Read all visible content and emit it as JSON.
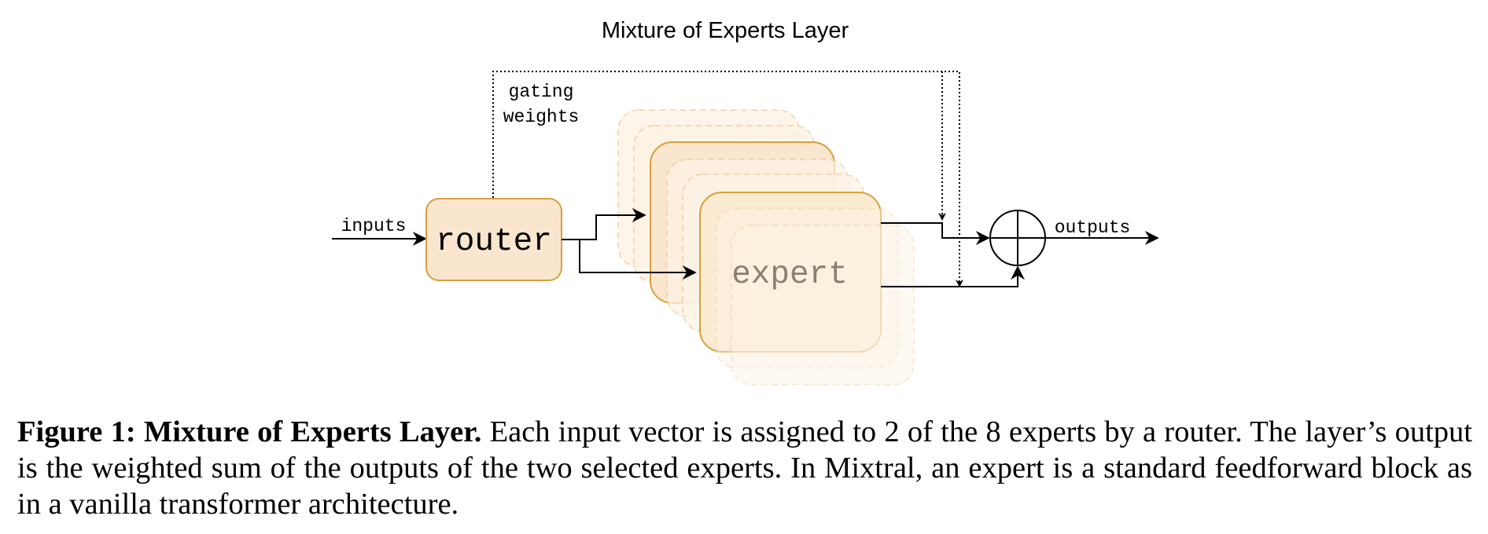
{
  "diagram": {
    "title": "Mixture of Experts Layer",
    "labels": {
      "inputs": "inputs",
      "router": "router",
      "gating_line1": "gating",
      "gating_line2": "weights",
      "expert": "expert",
      "outputs": "outputs"
    },
    "colors": {
      "box_fill": "#fae5cf",
      "box_stroke": "#d6a03c",
      "expert_fill": "#fcebd3",
      "ghost_fill": "#fdf3e5",
      "ghost_stroke": "#ecc898",
      "expert_text": "#8a7f73",
      "line": "#000000"
    }
  },
  "caption": {
    "label": "Figure 1:",
    "title": "Mixture of Experts Layer.",
    "text": "Each input vector is assigned to 2 of the 8 experts by a router. The layer’s output is the weighted sum of the outputs of the two selected experts. In Mixtral, an expert is a standard feedforward block as in a vanilla transformer architecture."
  }
}
